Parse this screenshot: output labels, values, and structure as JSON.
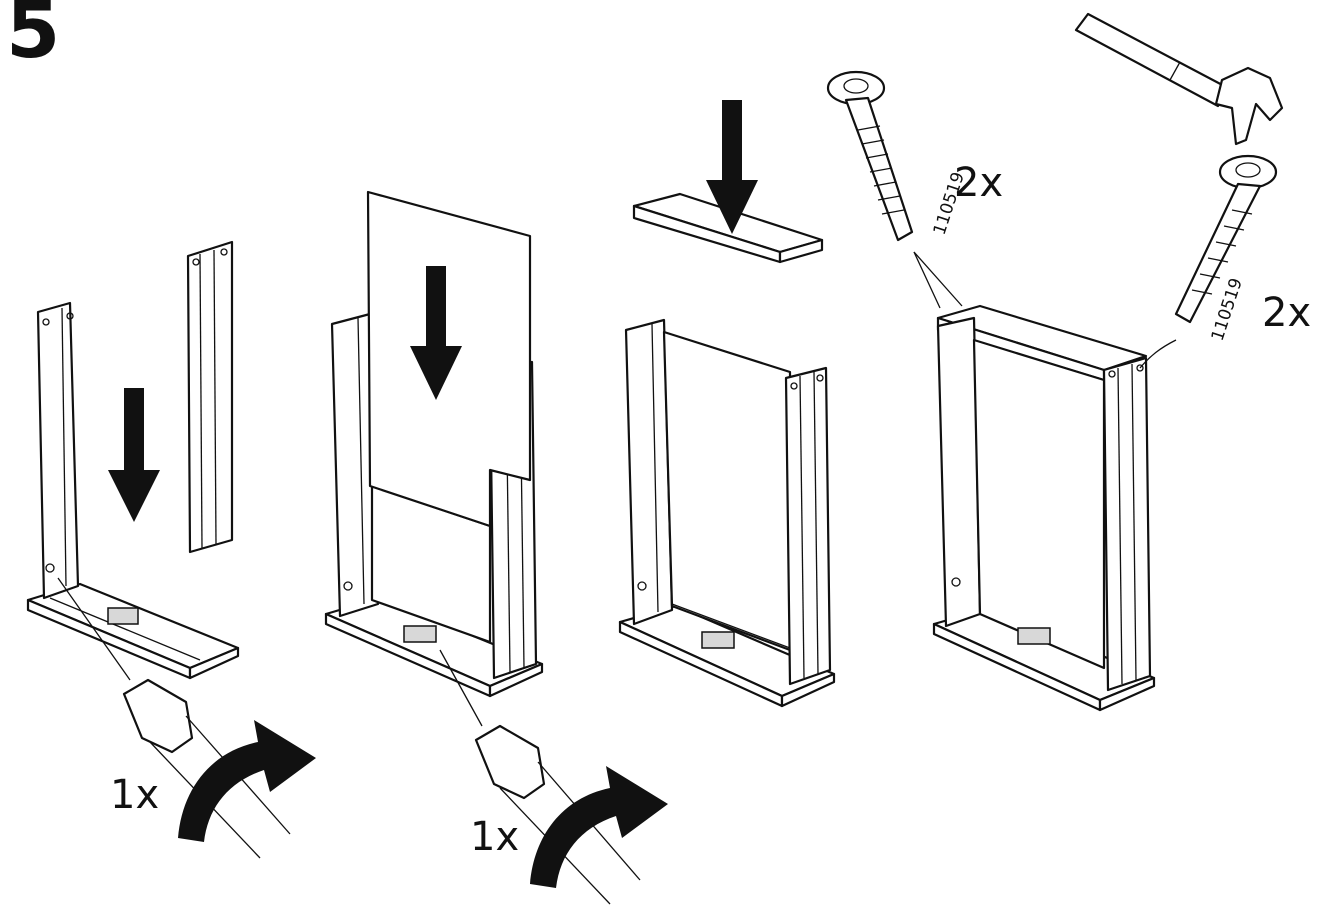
{
  "step": {
    "number": "5"
  },
  "labels": {
    "screw_qty_top": "2x",
    "screw_qty_right": "2x",
    "part_number_top": "110519",
    "part_number_right": "110519",
    "screwdriver_qty_left": "1x",
    "screwdriver_qty_middle": "1x"
  },
  "icons": [
    "hammer-icon",
    "screw-icon",
    "screwdriver-icon",
    "down-arrow-icon",
    "rotate-arrow-icon"
  ],
  "colors": {
    "ink": "#111111",
    "paper": "#ffffff"
  }
}
